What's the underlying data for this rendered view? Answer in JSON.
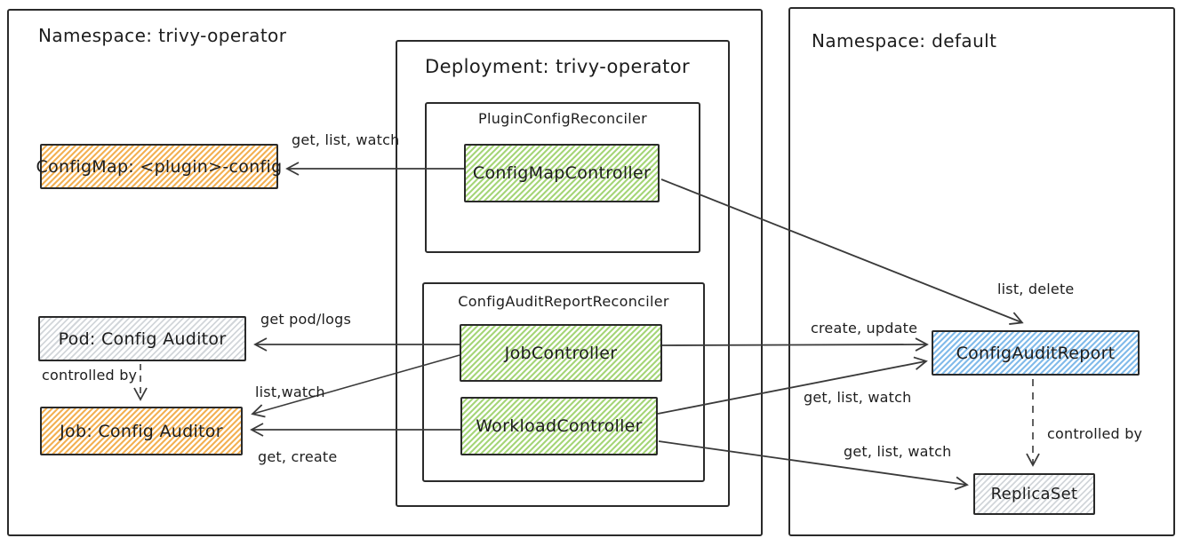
{
  "diagram": {
    "kind": "kubernetes-architecture-sketch",
    "left_namespace": {
      "title": "Namespace: trivy-operator"
    },
    "right_namespace": {
      "title": "Namespace: default"
    },
    "deployment": {
      "title": "Deployment: trivy-operator"
    },
    "reconcilers": {
      "plugin_config": {
        "title": "PluginConfigReconciler",
        "controller": "ConfigMapController"
      },
      "config_audit": {
        "title": "ConfigAuditReportReconciler",
        "job_controller": "JobController",
        "workload_controller": "WorkloadController"
      }
    },
    "nodes": {
      "config_map": "ConfigMap: <plugin>-config",
      "pod": "Pod: Config Auditor",
      "job": "Job: Config Auditor",
      "config_audit_report": "ConfigAuditReport",
      "replica_set": "ReplicaSet"
    },
    "edges": {
      "configmapcontroller_to_configmap": "get, list, watch",
      "configmapcontroller_to_configauditreport": "list, delete",
      "jobcontroller_to_pod": "get pod/logs",
      "jobcontroller_to_job": "list,watch",
      "workloadcontroller_to_job": "get, create",
      "pod_to_job": "controlled by",
      "jobcontroller_to_configauditreport": "create, update",
      "workloadcontroller_to_configauditreport": "get, list, watch",
      "workloadcontroller_to_replicaset": "get, list, watch",
      "configauditreport_to_replicaset": "controlled by"
    },
    "colors": {
      "orange_hatch": "#f3b154",
      "green_hatch": "#a6d679",
      "blue_hatch": "#82bbea",
      "gray_hatch": "#d2d6da",
      "border": "#2a2a2a",
      "arrow": "#3a3a3a"
    }
  }
}
